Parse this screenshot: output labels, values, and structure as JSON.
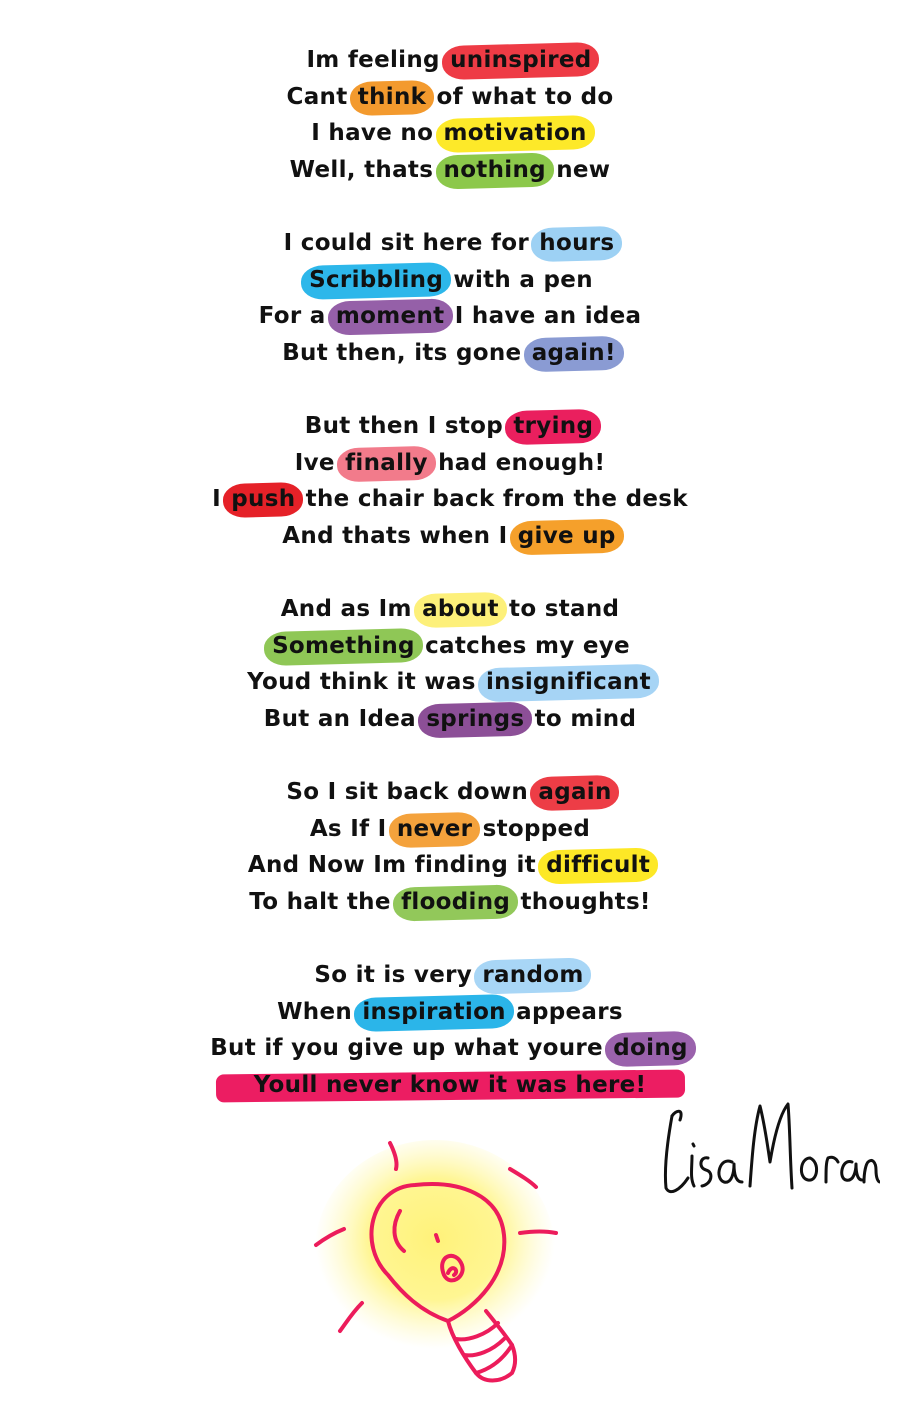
{
  "poem": {
    "stanzas": [
      [
        [
          {
            "t": "Im feeling "
          },
          {
            "t": "uninspired",
            "c": "#ee3b45"
          }
        ],
        [
          {
            "t": "Cant "
          },
          {
            "t": "think",
            "c": "#f39a2e"
          },
          {
            "t": " of what to do"
          }
        ],
        [
          {
            "t": "I have no "
          },
          {
            "t": "motivation",
            "c": "#fde929"
          }
        ],
        [
          {
            "t": "Well, thats "
          },
          {
            "t": "nothing",
            "c": "#8cc84b"
          },
          {
            "t": " new"
          }
        ]
      ],
      [
        [
          {
            "t": "I could sit here for "
          },
          {
            "t": "hours",
            "c": "#9dd1f4"
          }
        ],
        [
          {
            "t": "Scribbling",
            "c": "#2db7ea"
          },
          {
            "t": " with a pen"
          }
        ],
        [
          {
            "t": "For a "
          },
          {
            "t": "moment",
            "c": "#9560a8"
          },
          {
            "t": " I have an idea"
          }
        ],
        [
          {
            "t": "But then, its gone "
          },
          {
            "t": "again!",
            "c": "#8a9bd3"
          }
        ]
      ],
      [
        [
          {
            "t": "But then I stop "
          },
          {
            "t": "trying",
            "c": "#ea1f5e"
          }
        ],
        [
          {
            "t": "Ive "
          },
          {
            "t": "finally",
            "c": "#f27b8b"
          },
          {
            "t": " had enough!"
          }
        ],
        [
          {
            "t": "I "
          },
          {
            "t": "push",
            "c": "#e52128"
          },
          {
            "t": " the chair back from the desk"
          }
        ],
        [
          {
            "t": "And thats when I "
          },
          {
            "t": "give up",
            "c": "#f5a02b"
          }
        ]
      ],
      [
        [
          {
            "t": "And as Im "
          },
          {
            "t": "about",
            "c": "#fdf07a"
          },
          {
            "t": " to stand"
          }
        ],
        [
          {
            "t": "Something",
            "c": "#8fc756"
          },
          {
            "t": " catches my eye"
          }
        ],
        [
          {
            "t": "Youd think it was "
          },
          {
            "t": "insignificant",
            "c": "#a6d4f5"
          }
        ],
        [
          {
            "t": "But an Idea "
          },
          {
            "t": "springs",
            "c": "#8c4f97"
          },
          {
            "t": " to mind"
          }
        ]
      ],
      [
        [
          {
            "t": "So I sit back down "
          },
          {
            "t": "again",
            "c": "#ed3d46"
          }
        ],
        [
          {
            "t": "As If I "
          },
          {
            "t": "never",
            "c": "#f4a23c"
          },
          {
            "t": " stopped"
          }
        ],
        [
          {
            "t": "And Now Im finding it "
          },
          {
            "t": "difficult",
            "c": "#fde826"
          }
        ],
        [
          {
            "t": "To halt the "
          },
          {
            "t": "flooding",
            "c": "#92c85a"
          },
          {
            "t": " thoughts!"
          }
        ]
      ],
      [
        [
          {
            "t": "So it is very "
          },
          {
            "t": "random",
            "c": "#a8d6f6"
          }
        ],
        [
          {
            "t": "When "
          },
          {
            "t": "inspiration",
            "c": "#2bb5e9"
          },
          {
            "t": " appears"
          }
        ],
        [
          {
            "t": "But if you give up what youre "
          },
          {
            "t": "doing",
            "c": "#9a62ac"
          }
        ],
        [
          {
            "t": "Youll never know it was here!",
            "c": "#ec1d62",
            "full": true
          }
        ]
      ]
    ]
  },
  "signature": {
    "text": "Lisa Moran"
  },
  "colors": {
    "ink": "#111111",
    "bulb_outline": "#ec1c5b",
    "bulb_glow": "#fff27a"
  }
}
